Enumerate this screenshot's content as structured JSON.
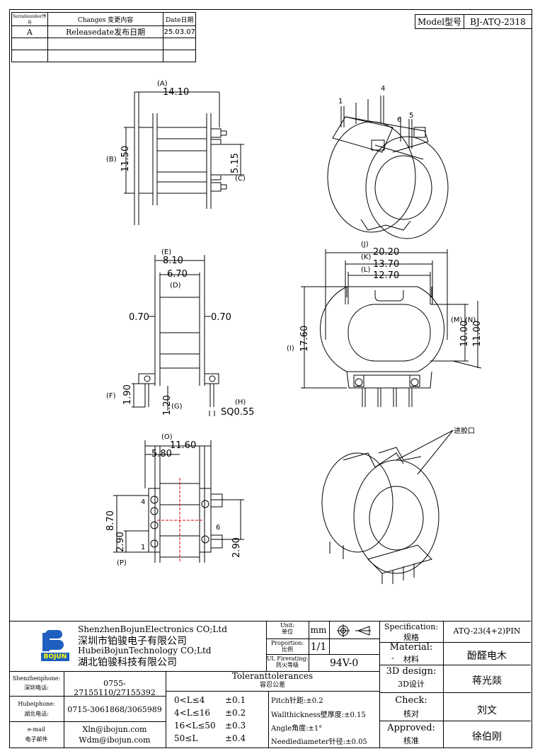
{
  "revision_table": {
    "headers": {
      "serial": "Serialnumber序号",
      "changes": "Changes 变更内容",
      "date": "Date日期"
    },
    "rows": [
      {
        "serial": "A",
        "changes": "Releasedate发布日期",
        "date": "25.03.07"
      }
    ]
  },
  "model": {
    "label": "Model型号",
    "value": "BJ-ATQ-2318"
  },
  "dimensions": {
    "A_label": "(A)",
    "A": "14.10",
    "B_label": "(B)",
    "B": "11.50",
    "C_label": "(C)",
    "C": "5.15",
    "E_label": "(E)",
    "E": "8.10",
    "D_label": "(D)",
    "D": "6.70",
    "side_left": "0.70",
    "side_right": "0.70",
    "F_label": "(F)",
    "F": "1.90",
    "G_label": "(G)",
    "G": "1.20",
    "H_label": "(H)",
    "H": "SQ0.55",
    "J_label": "(J)",
    "J": "20.20",
    "K_label": "(K)",
    "K": "13.70",
    "L_label": "(L)",
    "L": "12.70",
    "I_label": "(I)",
    "I": "17.60",
    "M_label": "(M)",
    "M": "10.00",
    "N_label": "(N)",
    "N": "11.00",
    "O_label": "(O)",
    "O": "11.60",
    "half": "5.80",
    "P_label": "(P)",
    "P_total": "8.70",
    "P_pitch": "2.90",
    "right_pitch": "2.90"
  },
  "pins": {
    "p1": "1",
    "p4": "4",
    "p5": "5",
    "p6": "6"
  },
  "bottom_pins": {
    "p4": "4",
    "p1": "1",
    "p6": "6"
  },
  "gate_note": "进胶口",
  "company": {
    "logo_text": "BOJUN",
    "name_en1": "ShenzhenBojunElectronics CO;Ltd",
    "name_cn1": "深圳市铂骏电子有限公司",
    "name_en2": "HubeiBojunTechnology CO;Ltd",
    "name_cn2": "湖北铂骏科技有限公司"
  },
  "contacts": {
    "sz_label_en": "Shenzhenphone:",
    "sz_label_cn": "深圳电话:",
    "sz_value": "0755-27155110/27155392",
    "hb_label_en": "Hubeiphone:",
    "hb_label_cn": "湖北电话:",
    "hb_value": "0715-3061868/3065989",
    "mail_label_en": "e-mail",
    "mail_label_cn": "电子邮件",
    "mail1": "Xln@ibojun.com",
    "mail2": "Wdm@ibojun.com"
  },
  "unit": {
    "label_en": "Unit:",
    "label_cn": "单位",
    "value": "mm"
  },
  "proportion": {
    "label_en": "Proportion:",
    "label_cn": "比例",
    "value": "1/1"
  },
  "ul": {
    "label_en": "UL Firerating:",
    "label_cn": "防火等级",
    "value": "94V-0"
  },
  "tolerances": {
    "title_en": "Toleranttolerances",
    "title_cn": "容忍公差",
    "ranges": [
      {
        "range": "0<L≤4",
        "tol": "±0.1"
      },
      {
        "range": "4<L≤16",
        "tol": "±0.2"
      },
      {
        "range": "16<L≤50",
        "tol": "±0.3"
      },
      {
        "range": "50≤L",
        "tol": "±0.4"
      }
    ],
    "notes": [
      "Pitch针距:±0.2",
      "Wallthickness壁厚度:±0.15",
      "Angle角度:±1°",
      "Needlediameter针径:±0.05"
    ]
  },
  "spec": {
    "label_en": "Specification:",
    "label_cn": "规格",
    "value": "ATQ-23(4+2)PIN"
  },
  "material": {
    "label_en": "Material:",
    "label_cn": "材料",
    "dash": "-",
    "value": "酚醛电木"
  },
  "design": {
    "label_en": "3D design:",
    "label_cn": "3D设计",
    "value": "蒋光燚"
  },
  "check": {
    "label_en": "Check:",
    "label_cn": "核对",
    "value": "刘文"
  },
  "approved": {
    "label_en": "Approved:",
    "label_cn": "核准",
    "value": "徐伯刚"
  }
}
